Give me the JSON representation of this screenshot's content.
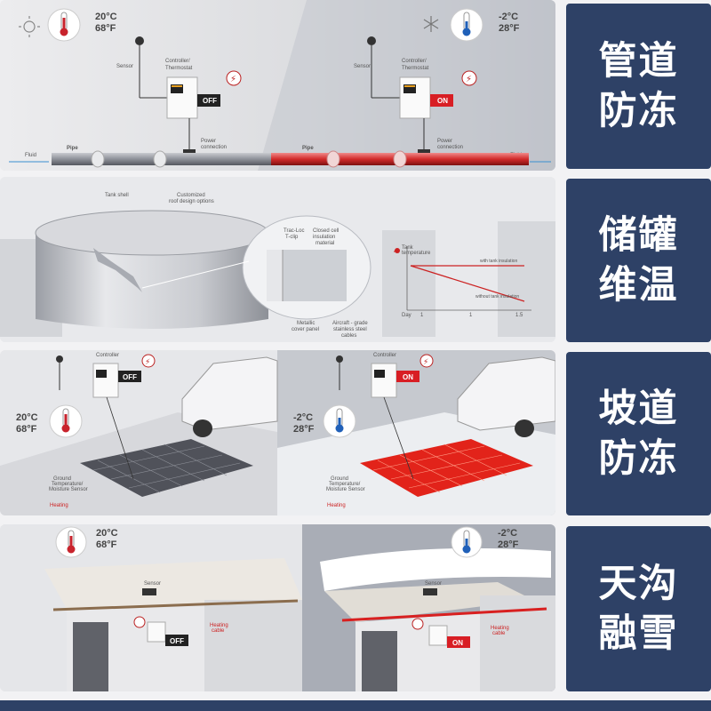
{
  "rows": [
    {
      "label_lines": [
        "管道",
        "防冻"
      ],
      "left_temp": [
        "20°C",
        "68°F"
      ],
      "right_temp": [
        "-2°C",
        "28°F"
      ],
      "left_state": "OFF",
      "right_state": "ON",
      "labels": {
        "sensor": "Sensor",
        "controller": "Controller/",
        "thermostat": "Thermostat",
        "power": "Power",
        "connection": "connection",
        "fluid": "Fluid",
        "pipe": "Pipe"
      }
    },
    {
      "label_lines": [
        "储罐",
        "维温"
      ],
      "labels": {
        "tank_shell": "Tank shell",
        "customized": "Customized",
        "roof_options": "roof design options",
        "trac_loc": "Trac-Loc",
        "t_clip": "T-clip",
        "closed_cell": "Closed cell",
        "insulation": "insulation",
        "material": "material",
        "metallic": "Metallic",
        "cover_panel": "cover panel",
        "aircraft": "Aircraft - grade",
        "stainless": "stainless steel",
        "cables": "cables",
        "tank_temp": "Tank",
        "temperature": "temperature",
        "with_tank": "with tank insulation",
        "without_tank": "without tank insulation",
        "day": "Day",
        "tick1": "1",
        "tick2": "1",
        "tick3": "1.5"
      }
    },
    {
      "label_lines": [
        "坡道",
        "防冻"
      ],
      "left_temp": [
        "20°C",
        "68°F"
      ],
      "right_temp": [
        "-2°C",
        "28°F"
      ],
      "left_state": "OFF",
      "right_state": "ON",
      "labels": {
        "controller": "Controller",
        "ground": "Ground",
        "ground_temp": "Temperature/",
        "moisture": "Moisture Sensor",
        "heating": "Heating"
      }
    },
    {
      "label_lines": [
        "天沟",
        "融雪"
      ],
      "left_temp": [
        "20°C",
        "68°F"
      ],
      "right_temp": [
        "-2°C",
        "28°F"
      ],
      "left_state": "OFF",
      "right_state": "ON",
      "labels": {
        "sensor": "Sensor",
        "heating": "Heating",
        "cable": "cable"
      }
    }
  ]
}
